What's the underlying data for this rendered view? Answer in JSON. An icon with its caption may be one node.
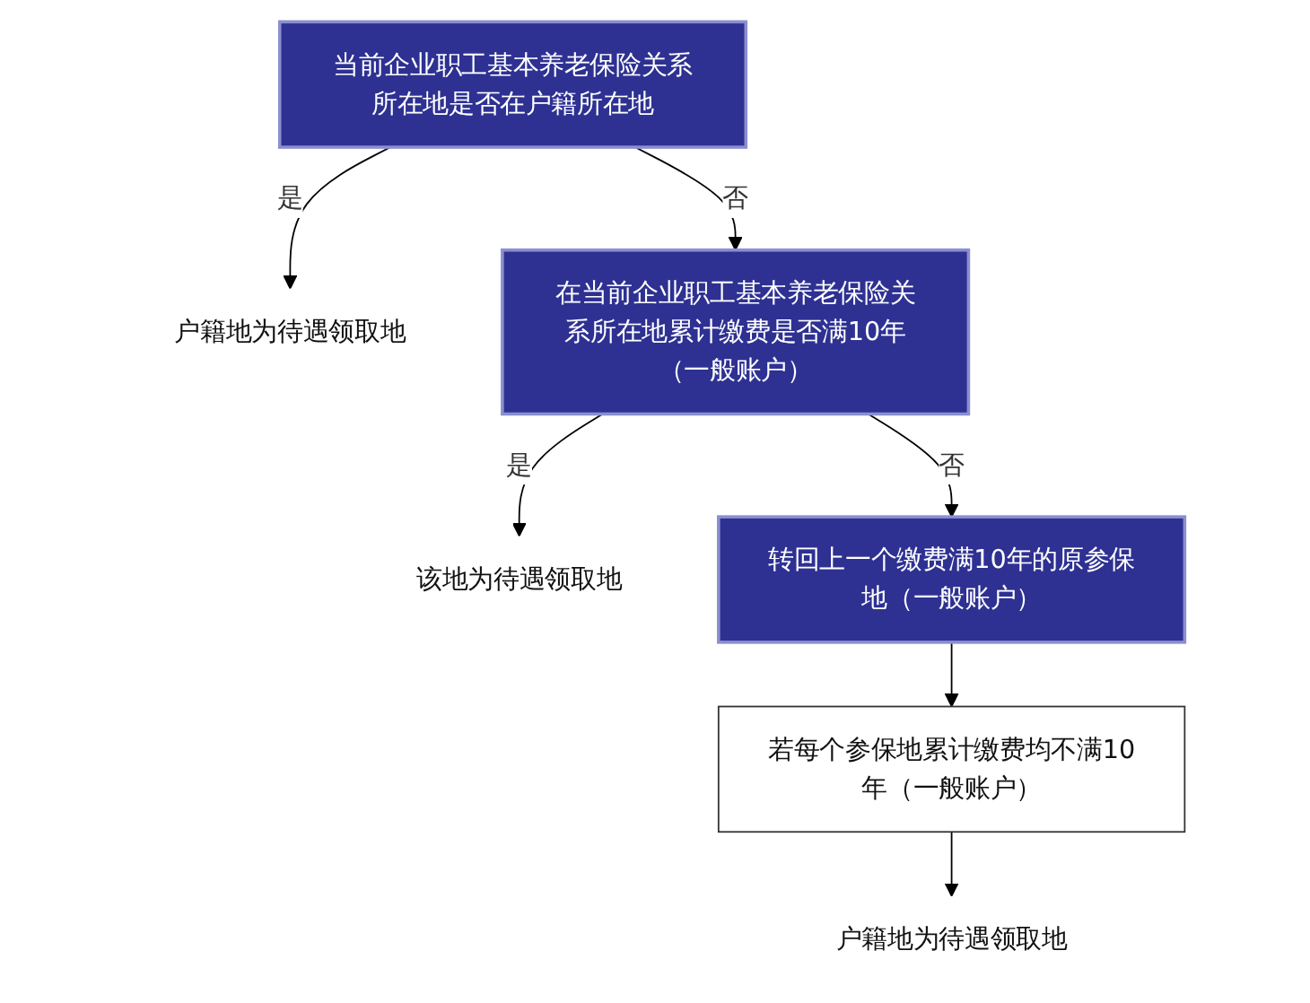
{
  "diagram": {
    "nodes": [
      {
        "text": [
          "当前企业职工基本养老保险关系所在地是否在户籍所在地"
        ]
      },
      {
        "text": [
          "户籍地为待遇领取地"
        ]
      },
      {
        "text": [
          "在当前企业职工基本养老保险关系所在地累计缴费是否满10年（一般账户）"
        ]
      },
      {
        "text": [
          "该地为待遇领取地"
        ]
      },
      {
        "text": [
          "转回上一个缴费满10年的原参保地（一般账户）"
        ]
      },
      {
        "text": [
          "若每个参保地累计缴费均不满10年（一般账户）"
        ]
      },
      {
        "text": [
          "户籍地为待遇领取地"
        ]
      }
    ],
    "edges": [
      {
        "from": 0,
        "to": 1,
        "arrow": "to",
        "label": "是"
      },
      {
        "from": 0,
        "to": 2,
        "arrow": "to",
        "label": "否"
      },
      {
        "from": 2,
        "to": 3,
        "arrow": "to",
        "label": "是"
      },
      {
        "from": 2,
        "to": 4,
        "arrow": "to",
        "label": "否"
      },
      {
        "from": 4,
        "to": 5,
        "arrow": "to"
      },
      {
        "from": 5,
        "to": 6,
        "arrow": "to"
      }
    ]
  }
}
